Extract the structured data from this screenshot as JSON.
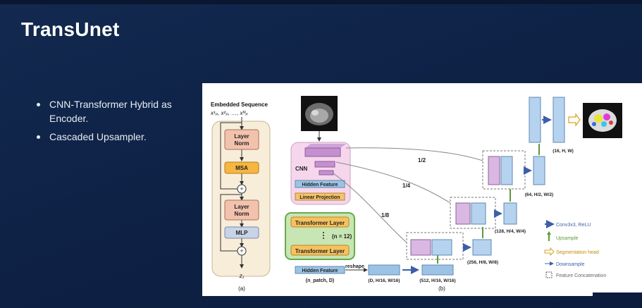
{
  "slide": {
    "title": "TransUnet",
    "bullets": [
      "CNN-Transformer Hybrid as Encoder.",
      "Cascaded Upsampler."
    ]
  },
  "figure": {
    "panel_a": {
      "header": "Embedded Sequence",
      "seq_math": "x¹ₚ, x²ₚ, …, xᴺₚ",
      "blocks": [
        "Layer Norm",
        "MSA",
        "Layer Norm",
        "MLP"
      ],
      "output": "z₁",
      "caption": "(a)"
    },
    "panel_b": {
      "cnn_label": "CNN",
      "hidden_feature": "Hidden Feature",
      "linear_projection": "Linear Projection",
      "transformer_top": "Transformer Layer",
      "transformer_repeat": "(n = 12)",
      "transformer_bottom": "Transformer Layer",
      "hidden_feature_bottom": "Hidden Feature",
      "npatch_label": "(n_patch, D)",
      "reshape_label": "reshape",
      "skip_labels": [
        "1/2",
        "1/4",
        "1/8"
      ],
      "dims": {
        "d1": "(D, H/16, W/16)",
        "d2": "(512, H/16, W/16)",
        "d3": "(256, H/8, W/8)",
        "d4": "(128, H/4, W/4)",
        "d5": "(64, H/2, W/2)",
        "d6": "(16, H, W)"
      },
      "caption": "(b)",
      "legend": [
        {
          "symbol": "blue-arrow",
          "label": "Conv3x3, ReLU",
          "color": "#3d5fa8"
        },
        {
          "symbol": "green-arrow",
          "label": "Upsample",
          "color": "#5c9a3c"
        },
        {
          "symbol": "hollow-arrow",
          "label": "Segmentation head",
          "color": "#d9a21b"
        },
        {
          "symbol": "thin-blue-arrow",
          "label": "Downsample",
          "color": "#3d5fa8"
        },
        {
          "symbol": "dashed-box",
          "label": "Feature Concatenation",
          "color": "#666666"
        }
      ]
    }
  }
}
